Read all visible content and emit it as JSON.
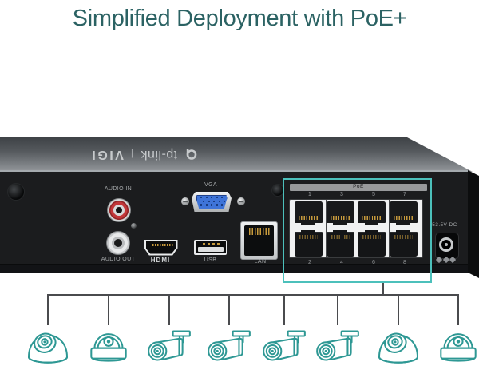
{
  "title": "Simplified Deployment with PoE+",
  "device": {
    "brand": {
      "vendor": "tp-link",
      "divider": "|",
      "product": "VIGI"
    },
    "rear_labels": {
      "audio_in": "AUDIO IN",
      "audio_out": "AUDIO OUT",
      "vga": "VGA",
      "hdmi": "HDMI",
      "usb": "USB",
      "lan": "LAN",
      "power": "53.5V DC"
    },
    "poe_panel": {
      "label": "PoE",
      "odd_ports": [
        "1",
        "3",
        "5",
        "7"
      ],
      "even_ports": [
        "2",
        "4",
        "6",
        "8"
      ]
    }
  },
  "cameras": [
    {
      "type": "turret"
    },
    {
      "type": "dome"
    },
    {
      "type": "bullet"
    },
    {
      "type": "bullet"
    },
    {
      "type": "bullet"
    },
    {
      "type": "bullet"
    },
    {
      "type": "turret"
    },
    {
      "type": "dome"
    }
  ],
  "colors": {
    "accent_teal": "#4CC0BB",
    "icon_teal": "#2E9894",
    "title_teal": "#2B6263",
    "vga_blue": "#3F74D8",
    "audio_in_red": "#C23639"
  }
}
